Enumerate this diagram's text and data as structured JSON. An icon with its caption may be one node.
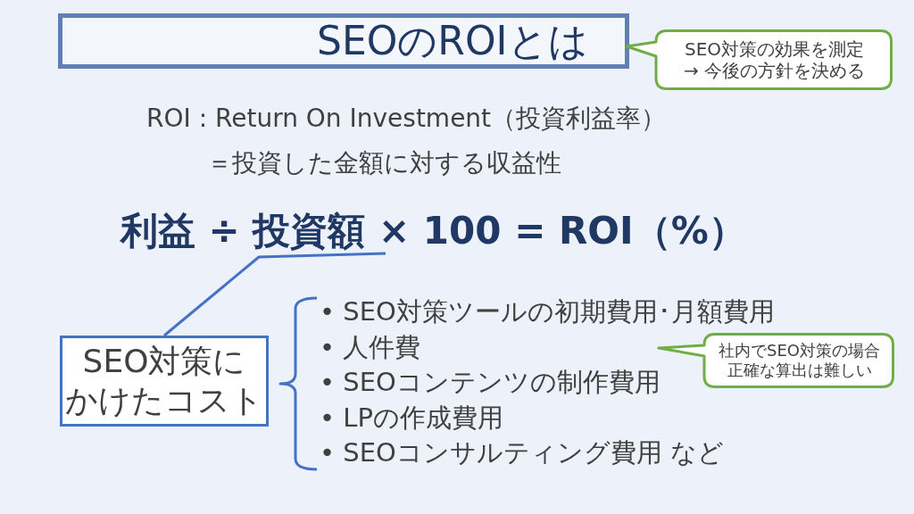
{
  "diagram": {
    "nodes": [
      {
        "text": [
          "SEOのROIとは"
        ]
      },
      {
        "text": [
          "SEO対策の効果を測定 → 今後の方針を決める"
        ]
      },
      {
        "text": [
          "利益 ÷ 投資額 × 100 = ROI（%）"
        ]
      },
      {
        "text": [
          "SEO対策にかけたコスト"
        ]
      },
      {
        "text": [
          "社内でSEO対策の場合正確な算出は難しい"
        ]
      }
    ],
    "edges": [
      {
        "from": 3,
        "to": 2,
        "arrow": "none"
      }
    ],
    "labels": [
      "ROI : Return On Investment（投資利益率）",
      "＝投資した金額に対する収益性",
      "• SEO対策ツールの初期費用･月額費用",
      "• 人件費",
      "• SEOコンテンツの制作費用",
      "• LPの作成費用",
      "• SEOコンサルティング費用 など"
    ]
  }
}
